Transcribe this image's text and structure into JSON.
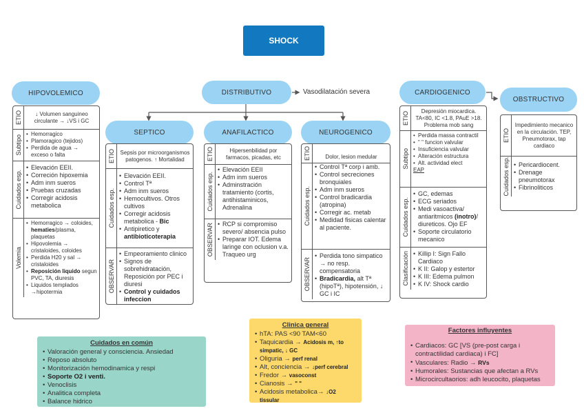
{
  "title": "SHOCK",
  "distributivo_note": "Vasodilatación severa",
  "colors": {
    "title_bg": "#1279c1",
    "pill_bg": "#9ad3f3",
    "cuidados_bg": "#99d5c8",
    "clinica_bg": "#fcd96a",
    "factores_bg": "#f3b4c8"
  },
  "types": {
    "hipovolemico": {
      "label": "HIPOVOLEMICO",
      "etio_label": "ETIO",
      "etio": "↓ Volumen sanguineo circulante → ↓VS i GC",
      "subtipo_label": "Subtipo",
      "subtipo": [
        "Hemorragico",
        "Plamoragico (tejidos)",
        "Perdida de agua → exceso o falta"
      ],
      "cuidados_label": "Cuidados esp.",
      "cuidados": [
        "Elevación EEII.",
        "Correción hipoxemia",
        "Adm inm sueros",
        "Pruebas cruzadas",
        "Corregir acidosis metabolica"
      ],
      "volemia_label": "Volemia",
      "volemia": [
        {
          "pre": "Hemorragico → coloides, ",
          "bold": "hematies",
          "post": "/plasma, plaquetas"
        },
        {
          "pre": "Hipovolemia → cristaloides, coloides",
          "bold": "",
          "post": ""
        },
        {
          "pre": "Perdida H20 y sal → cristaloides",
          "bold": "",
          "post": ""
        },
        {
          "pre": "",
          "bold": "Reposición liquido",
          "post": " segun PVC, TA, diuresis"
        },
        {
          "pre": "Liquidos templados →hipotermia",
          "bold": "",
          "post": ""
        }
      ]
    },
    "distributivo": {
      "label": "DISTRIBUTIVO"
    },
    "septico": {
      "label": "SEPTICO",
      "etio_label": "ETIO",
      "etio": "Sepsis por microorganismos patogenos. ↑ Mortalidad",
      "cuidados_label": "Cuidados esp.",
      "cuidados": [
        {
          "pre": "Elevación EEII.",
          "bold": ""
        },
        {
          "pre": "Control Tª",
          "bold": ""
        },
        {
          "pre": "Adm inm sueros",
          "bold": ""
        },
        {
          "pre": "Hemocultivos. Otros cultivos",
          "bold": ""
        },
        {
          "pre": "Corregir acidosis metabolica - ",
          "bold": "Bic"
        },
        {
          "pre": "Antipiretico y ",
          "bold": "antibioticoterapia"
        }
      ],
      "observar_label": "OBSERVAR",
      "observar": [
        {
          "pre": "Empeoramiento clinico",
          "bold": ""
        },
        {
          "pre": "Signos de sobrehidratación, Reposición por PEC i diuresi",
          "bold": ""
        },
        {
          "pre": "",
          "bold": "Control y cuidados infeccion"
        }
      ]
    },
    "anafilactico": {
      "label": "ANAFILACTICO",
      "etio_label": "ETIO",
      "etio": "Hipersenbilidad por farmacos, picadas, etc",
      "cuidados_label": "Cuidados esp.",
      "cuidados": [
        "Elevación EEII",
        "Adm inm sueros",
        "Adminstración tratamiento (cortis, antihistaminicos, Adrenalina"
      ],
      "observar_label": "OBSERVAR",
      "observar": [
        "RCP si compromiso severo/ absencia pulso",
        "Preparar IOT. Edema laringe con oclusion v.a. Traqueo urg"
      ]
    },
    "neurogenico": {
      "label": "NEUROGENICO",
      "etio_label": "ETIO",
      "etio": "Dolor, lesion medular",
      "cuidados_label": "Cuidados esp.",
      "cuidados": [
        "Control Tª corp i amb.",
        "Control secreciones bronquiales",
        "Adm inm sueros",
        "Control bradicardia (atropina)",
        "Corregir ac. metab",
        "Medidad fisicas calentar al paciente."
      ],
      "observar_label": "OBSERVAR",
      "observar": [
        {
          "pre": "Perdida tono simpatico → no resp. compensatoria",
          "bold": "",
          "post": ""
        },
        {
          "pre": "",
          "bold": "Bradicardia,",
          "post": " alt Tª (hipoTª), hipotensión, ↓ GC i IC"
        }
      ]
    },
    "cardiogenico": {
      "label": "CARDIOGENICO",
      "etio_label": "ETIO",
      "etio": "Depresión miocardica. TA<80, IC <1.8, PAuE >18. Problema mob sang",
      "subtipo_label": "Subtipo",
      "subtipo": [
        "Perdida massa contractil",
        "\" \" funcion valvular",
        "Insuficiencia valvular",
        "Alteración estructura",
        "Alt. actividad elect"
      ],
      "subtipo_extra": "EAP",
      "cuidados_label": "Cuidados esp.",
      "cuidados": [
        {
          "pre": "GC, edemas",
          "bold": "",
          "post": ""
        },
        {
          "pre": "ECG seriados",
          "bold": "",
          "post": ""
        },
        {
          "pre": "Medi vasoactiva/ antiaritmicos ",
          "bold": "(inotro)",
          "post": "/ diureticos. Ojo EF"
        },
        {
          "pre": "Soporte circulatorio mecanico",
          "bold": "",
          "post": ""
        }
      ],
      "clasificacion_label": "Clasificación",
      "clasificacion": [
        "Killip I: Sign Fallo Cardiaco",
        "K II: Galop y estertor",
        "K III: Edema pulmon",
        "K IV: Shock cardio"
      ]
    },
    "obstructivo": {
      "label": "OBSTRUCTIVO",
      "etio_label": "ETIO",
      "etio": "Impedimiento mecanico en la circulación. TEP, Pneumotorax, tap cardiaco",
      "cuidados_label": "Cuidados esp.",
      "cuidados": [
        "Pericardiocent.",
        "Drenage pneumotorax",
        "Fibrinoliticos"
      ]
    }
  },
  "cuidados_comun": {
    "title": "Cuidados en común",
    "items": [
      {
        "text": "Valoración general y consciencia. Ansiedad",
        "bold": false
      },
      {
        "text": "Reposo absoluto",
        "bold": false
      },
      {
        "text": "Monitorización hemodinamica y respi",
        "bold": false
      },
      {
        "text": "Soporte O2 i venti.",
        "bold": true
      },
      {
        "text": "Venoclisis",
        "bold": false
      },
      {
        "text": "Analitica completa",
        "bold": false
      },
      {
        "text": "Balance hidrico",
        "bold": false
      }
    ]
  },
  "clinica_general": {
    "title": "Clinica general",
    "items": [
      {
        "pre": "hTA: PAS <90 TAM<60",
        "small": ""
      },
      {
        "pre": "Taquicardia → ",
        "small": "Acidosis m, ↑to simpatic, ↓ GC"
      },
      {
        "pre": "Oliguria → ",
        "small": "perf renal"
      },
      {
        "pre": "Alt, conciencia → ",
        "small": "↓perf cerebral"
      },
      {
        "pre": "Fredor → ",
        "small": "vasoconst"
      },
      {
        "pre": "Cianosis → ",
        "small": "\" \""
      },
      {
        "pre": "Acidosis metabolica→ ",
        "small": "↓O2 tissular"
      }
    ]
  },
  "factores": {
    "title": "Factores influyentes",
    "items": [
      {
        "pre": "Cardiacos: GC [VS (pre-post carga i contractilidad cardiaca) i FC]",
        "bold": ""
      },
      {
        "pre": "Vasculares: Radio → ",
        "bold": "RVs"
      },
      {
        "pre": "Humorales: Sustancias que afectan a RVs",
        "bold": ""
      },
      {
        "pre": "Microcircultaorios: adh leucocito, plaquetas",
        "bold": ""
      }
    ]
  }
}
